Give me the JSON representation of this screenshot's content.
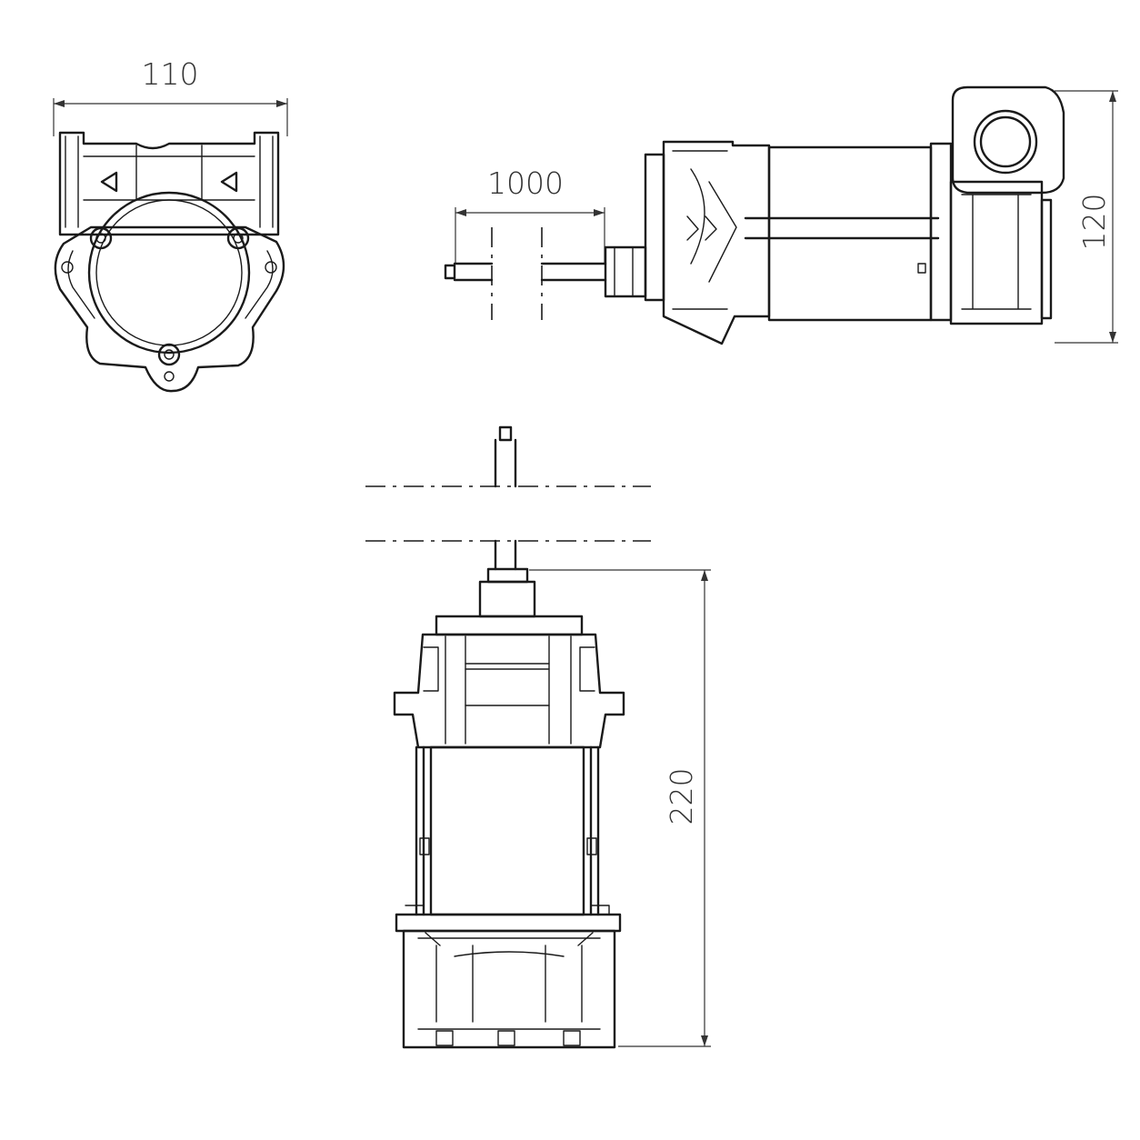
{
  "dimensions": {
    "width_top_view": "110",
    "cable_length": "1000",
    "height_side_view": "120",
    "height_front_view": "220"
  }
}
